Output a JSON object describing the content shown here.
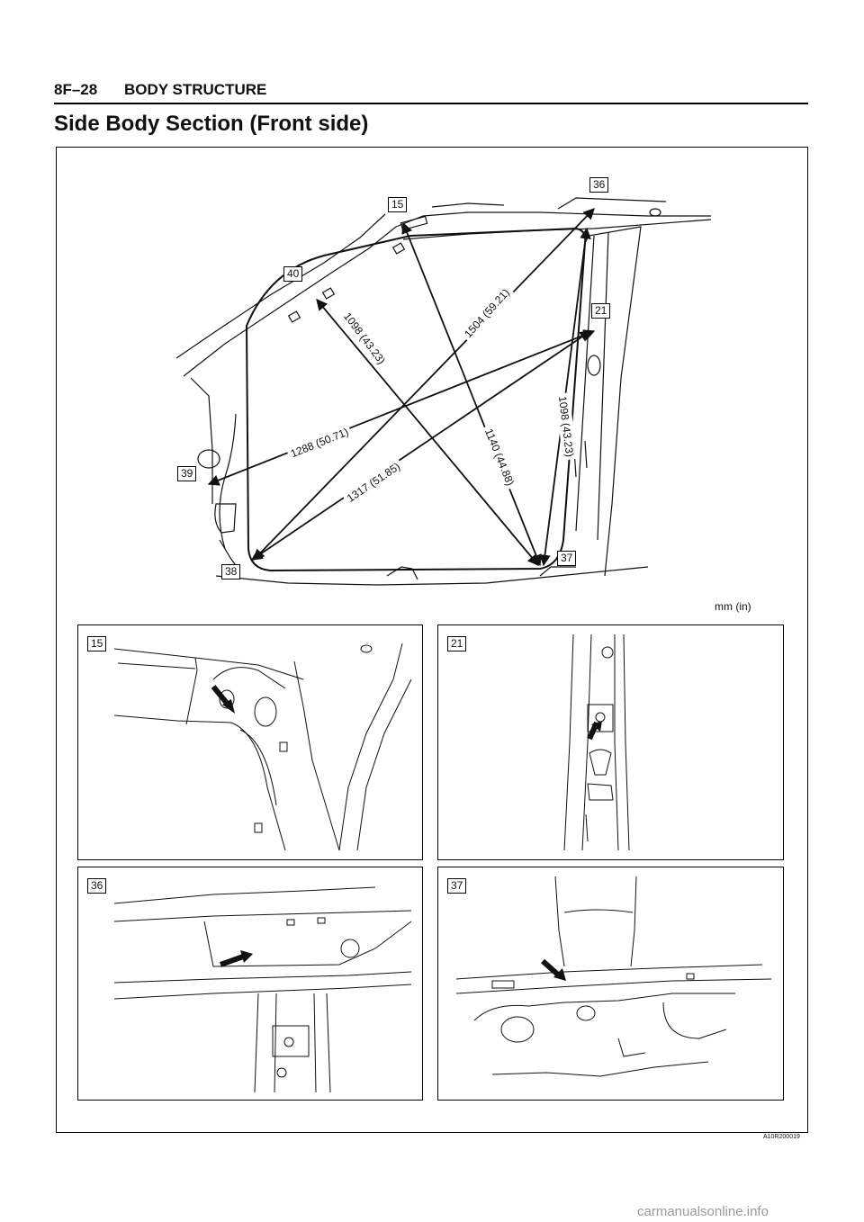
{
  "header": {
    "page_number": "8F–28",
    "section": "BODY STRUCTURE"
  },
  "title": "Side Body Section (Front side)",
  "diagram": {
    "units_label": "mm (in)",
    "callouts": [
      "15",
      "36",
      "40",
      "21",
      "39",
      "38",
      "37"
    ],
    "dimensions": [
      {
        "label": "1098 (43.23)"
      },
      {
        "label": "1504 (59.21)"
      },
      {
        "label": "1098 (43.23)"
      },
      {
        "label": "1140 (44.88)"
      },
      {
        "label": "1288 (50.71)"
      },
      {
        "label": "1317 (51.85)"
      }
    ]
  },
  "detail_panels": [
    {
      "label": "15"
    },
    {
      "label": "21"
    },
    {
      "label": "36"
    },
    {
      "label": "37"
    }
  ],
  "figure_code": "A10R200019",
  "footer": "carmanualsonline.info"
}
